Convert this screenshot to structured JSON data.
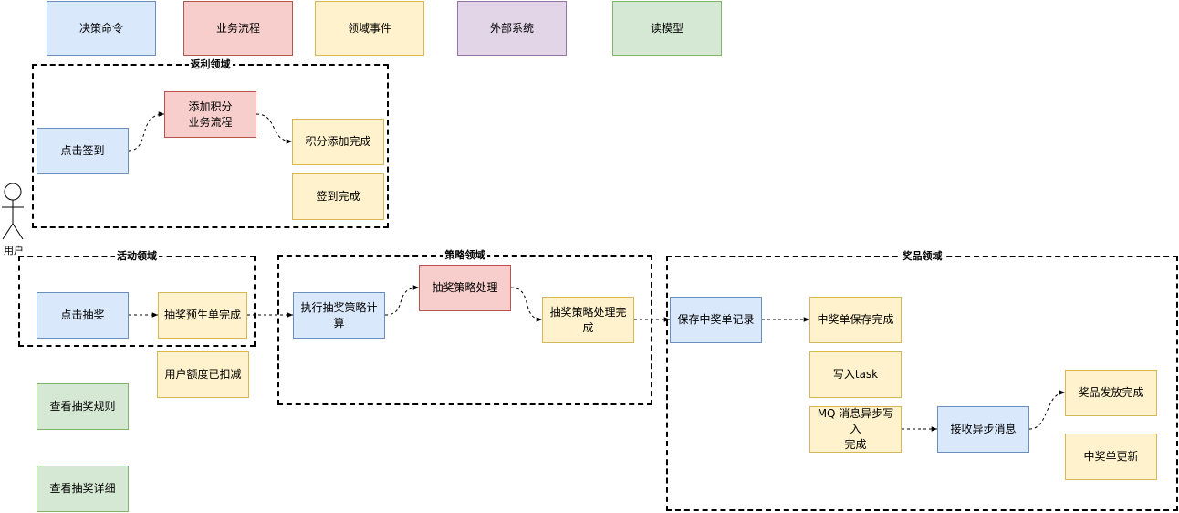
{
  "legend": {
    "command": "决策命令",
    "process": "业务流程",
    "event": "领域事件",
    "external": "外部系统",
    "read_model": "读模型"
  },
  "actor": {
    "label": "用户"
  },
  "rebate_domain": {
    "title": "返利领域",
    "sign_in": "点击签到",
    "add_points_process": "添加积分\n业务流程",
    "points_added": "积分添加完成",
    "sign_in_done": "签到完成"
  },
  "activity_domain": {
    "title": "活动领域",
    "click_draw": "点击抽奖",
    "pre_order_done": "抽奖预生单完成",
    "quota_deducted": "用户额度已扣减",
    "view_rules": "查看抽奖规则",
    "view_details": "查看抽奖详细"
  },
  "strategy_domain": {
    "title": "策略领域",
    "exec_strategy": "执行抽奖策略计算",
    "strategy_process": "抽奖策略处理",
    "strategy_done": "抽奖策略处理完成"
  },
  "award_domain": {
    "title": "奖品领域",
    "save_record": "保存中奖单记录",
    "order_saved": "中奖单保存完成",
    "write_task": "写入task",
    "mq_written": "MQ 消息异步写入\n完成",
    "receive_async": "接收异步消息",
    "award_issued": "奖品发放完成",
    "order_updated": "中奖单更新"
  },
  "colors": {
    "blue_fill": "#dae8fc",
    "blue_stroke": "#6c8ebf",
    "red_fill": "#f8cecc",
    "red_stroke": "#b85450",
    "yellow_fill": "#fff2cc",
    "yellow_stroke": "#d6b656",
    "purple_fill": "#e1d5e7",
    "purple_stroke": "#9673a6",
    "green_fill": "#d5e8d4",
    "green_stroke": "#82b366"
  }
}
